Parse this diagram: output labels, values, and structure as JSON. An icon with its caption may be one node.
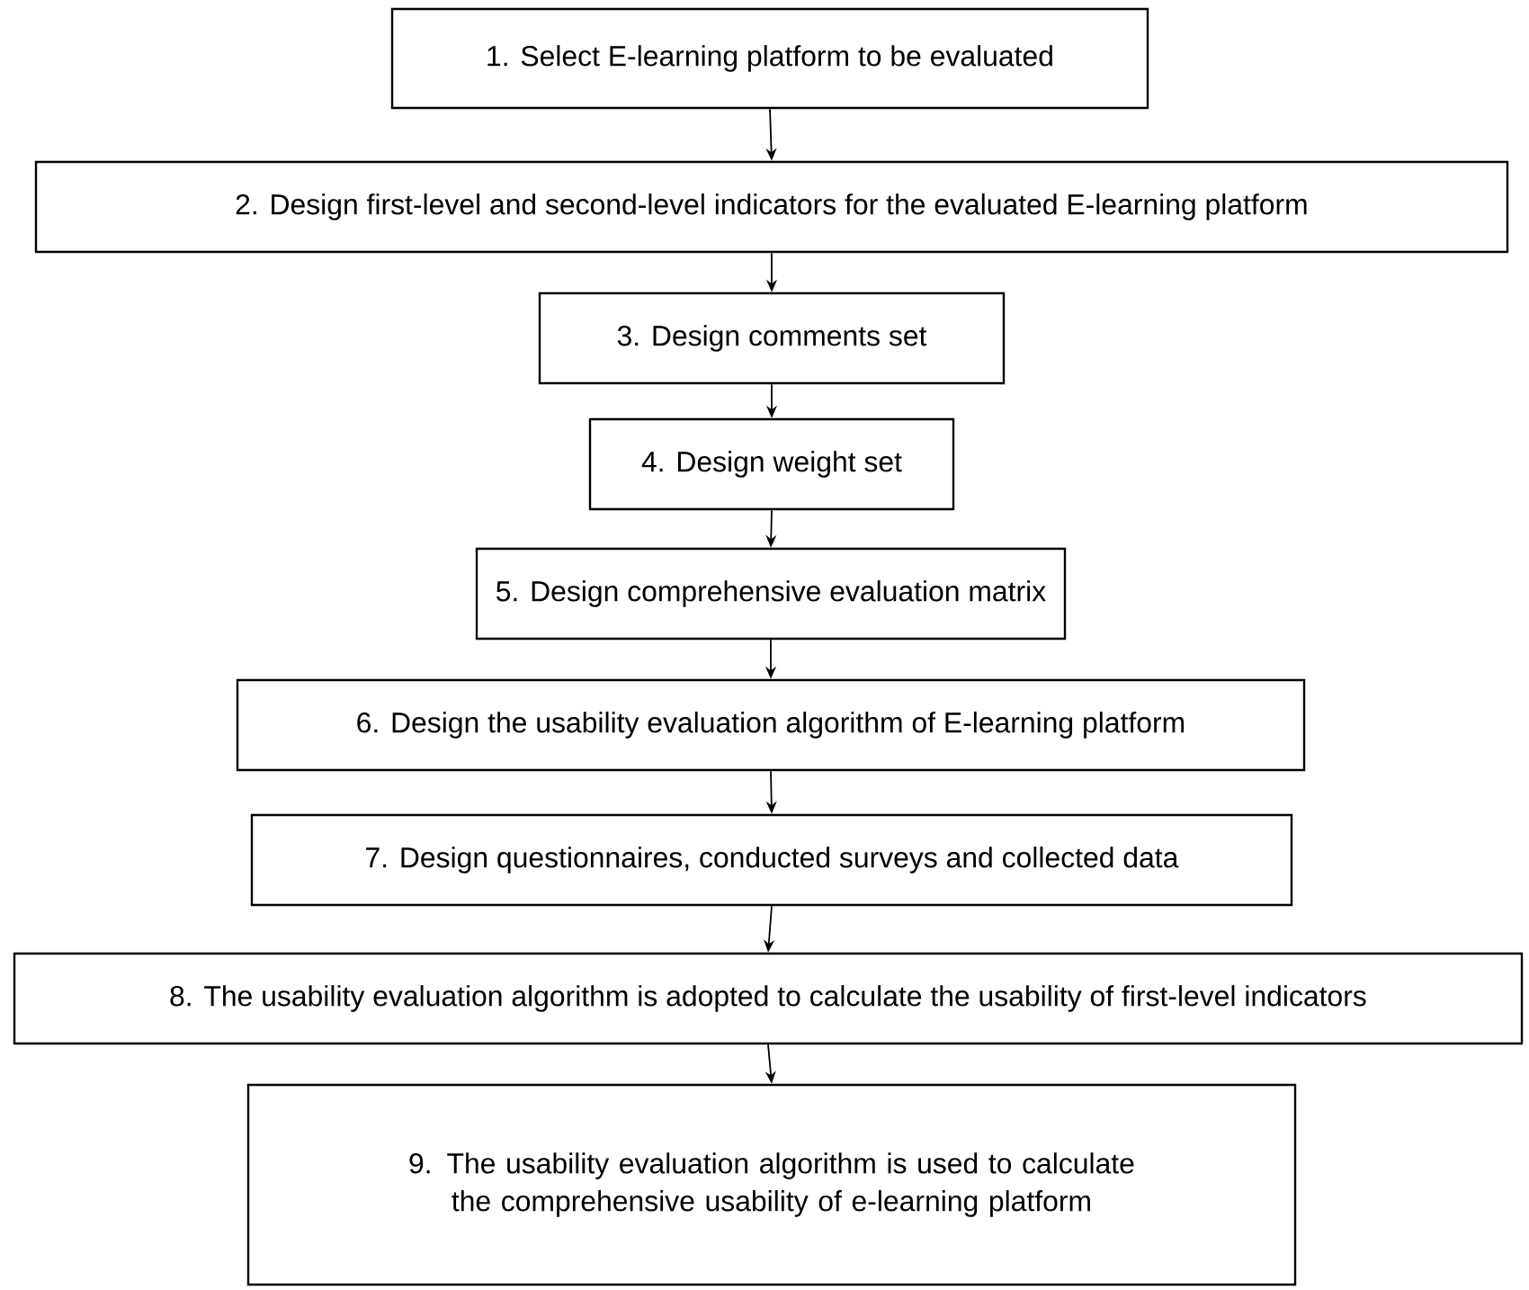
{
  "diagram": {
    "nodes": [
      {
        "text": [
          "1. Select E-learning platform to be evaluated"
        ]
      },
      {
        "text": [
          "2. Design first-level and second-level indicators for the evaluated E-learning platform"
        ]
      },
      {
        "text": [
          "3. Design comments set"
        ]
      },
      {
        "text": [
          "4. Design weight set"
        ]
      },
      {
        "text": [
          "5. Design comprehensive evaluation matrix"
        ]
      },
      {
        "text": [
          "6. Design the usability evaluation algorithm of E-learning platform"
        ]
      },
      {
        "text": [
          "7. Design questionnaires, conducted surveys and collected data"
        ]
      },
      {
        "text": [
          "8. The usability evaluation algorithm is adopted to calculate the usability of first-level indicators"
        ]
      },
      {
        "text": [
          "9. The usability evaluation algorithm is used to calculate the comprehensive usability of e-learning platform"
        ]
      }
    ],
    "edges": [
      {
        "from": 0,
        "to": 1,
        "arrow": "to"
      },
      {
        "from": 1,
        "to": 2,
        "arrow": "to"
      },
      {
        "from": 2,
        "to": 3,
        "arrow": "to"
      },
      {
        "from": 3,
        "to": 4,
        "arrow": "to"
      },
      {
        "from": 4,
        "to": 5,
        "arrow": "to"
      },
      {
        "from": 5,
        "to": 6,
        "arrow": "to"
      },
      {
        "from": 6,
        "to": 7,
        "arrow": "to"
      },
      {
        "from": 7,
        "to": 8,
        "arrow": "to"
      }
    ]
  }
}
